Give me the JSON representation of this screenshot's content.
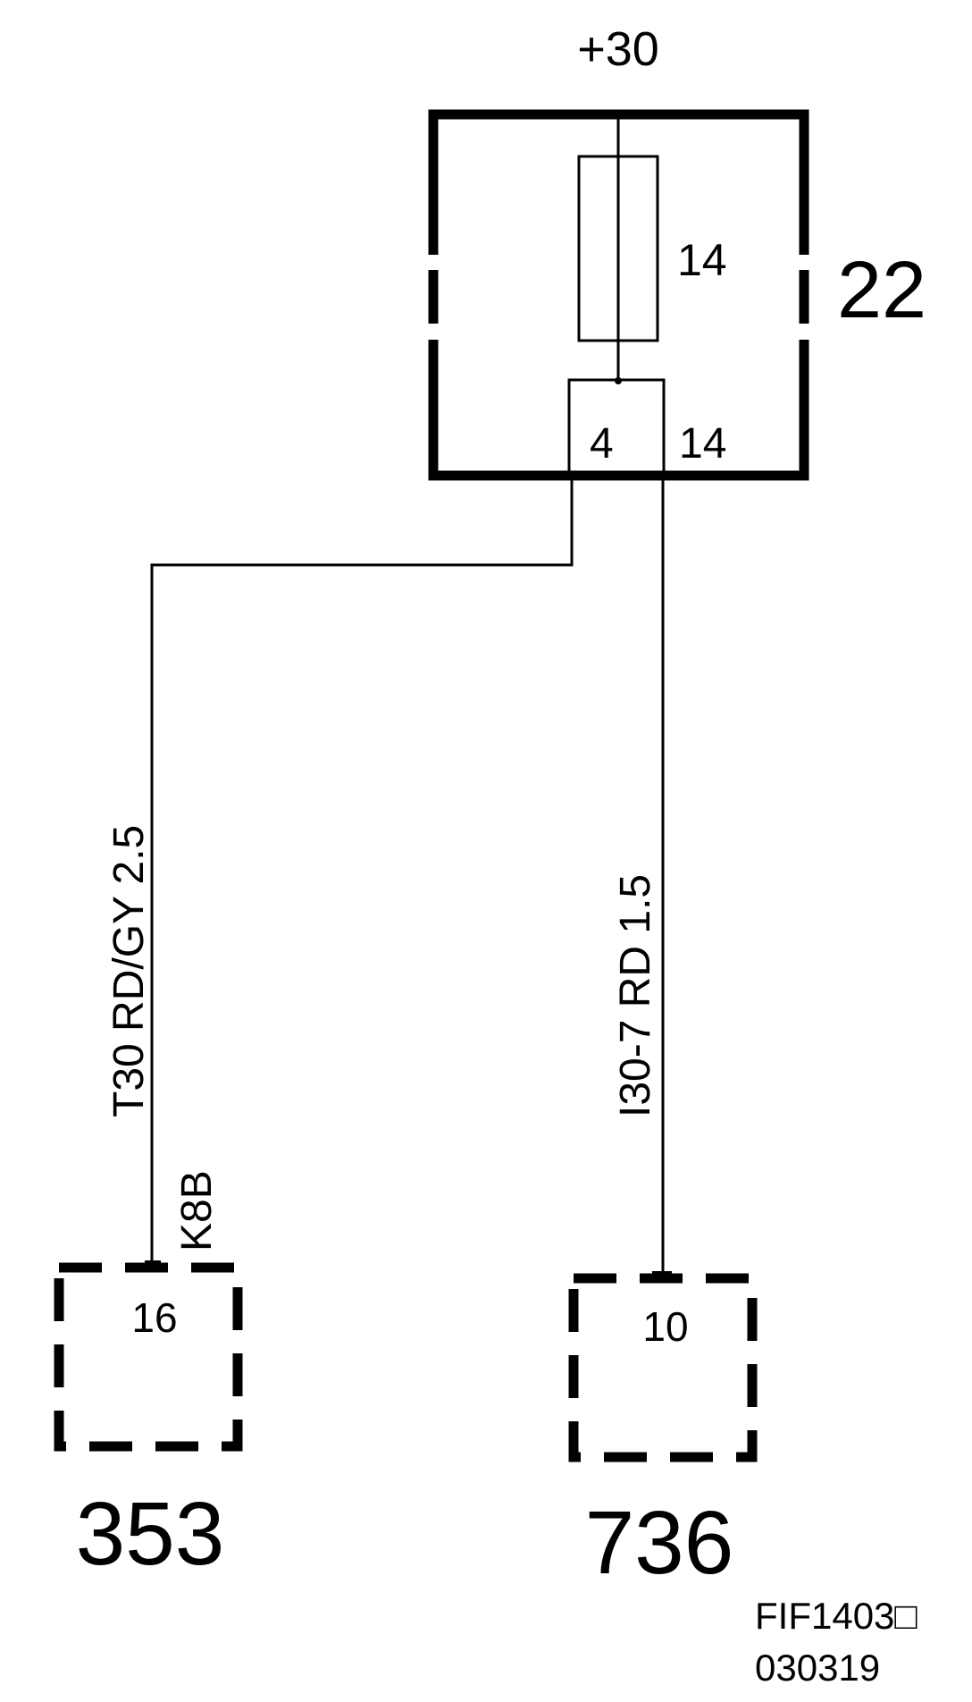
{
  "supply": {
    "label": "+30"
  },
  "fuse_box": {
    "id": "22",
    "fuse_number": "14",
    "pin_left": "4",
    "pin_right": "14"
  },
  "wire_left": {
    "text": "T30  RD/GY  2.5",
    "connector": "K8B"
  },
  "wire_right": {
    "text": "I30-7  RD  1.5"
  },
  "component_left": {
    "id": "353",
    "pin": "16"
  },
  "component_right": {
    "id": "736",
    "pin": "10"
  },
  "figure": {
    "ref": "FIF1403□",
    "date": "030319"
  }
}
